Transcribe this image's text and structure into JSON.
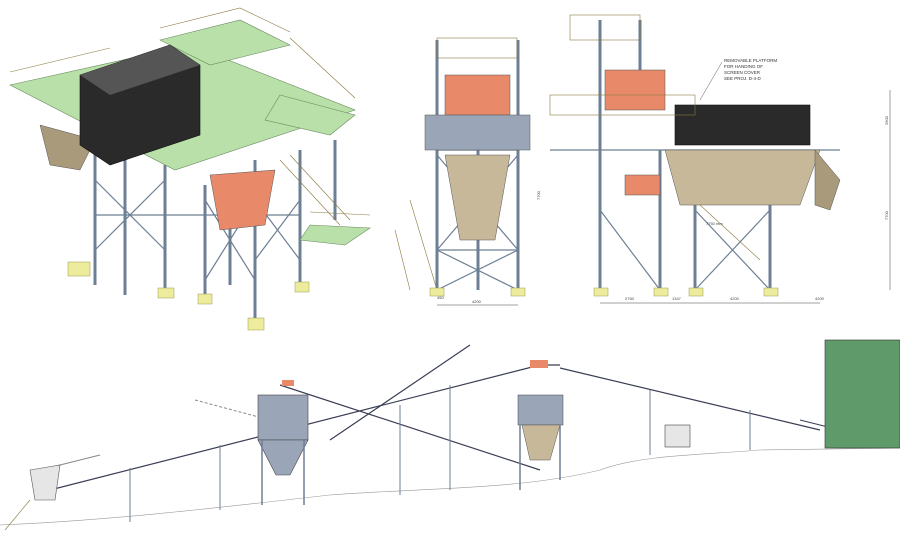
{
  "drawing": {
    "views": [
      "isometric-view",
      "front-elevation",
      "side-elevation",
      "plant-layout-elevation"
    ],
    "colors": {
      "platform": "#b8e0a8",
      "steel": "#6d7f95",
      "screen_box": "#2a2a2a",
      "motor": "#e88a6a",
      "footing": "#ecec9c",
      "building": "#5f9a6a",
      "conveyor": "#3a3f55"
    },
    "note": {
      "lines": [
        "REMOVABLE PLATFORM",
        "FOR HANDING OF",
        "SCREEN COVER",
        "SEE PROJ. D-4-D"
      ]
    },
    "dimensions": {
      "front_base": "4200",
      "front_small": "450",
      "side_base": [
        "2750",
        "1347",
        "4200",
        "4200"
      ],
      "side_height": "7700",
      "side_top": "2600",
      "front_height": "7700",
      "length_note": "7750 mm"
    }
  }
}
